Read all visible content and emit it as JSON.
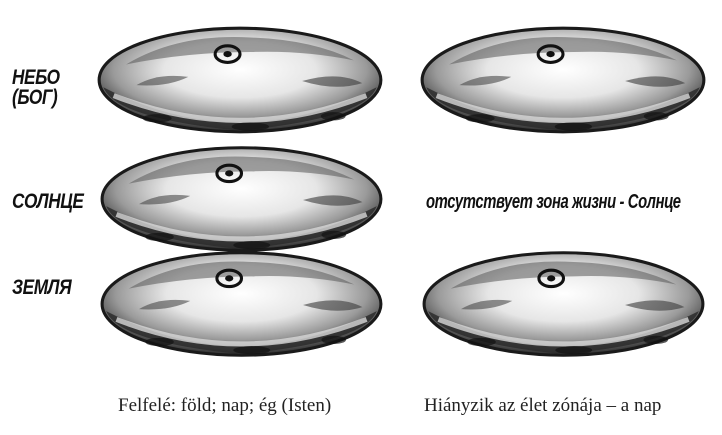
{
  "labels": {
    "sky_line1": "НЕБО",
    "sky_line2": "(БОГ)",
    "sun": "СОЛНЦЕ",
    "earth": "ЗЕМЛЯ",
    "missing_zone": "отсутствует зона жизни - Солнце"
  },
  "captions": {
    "left": "Felfelé: föld; nap; ég (Isten)",
    "right": "Hiányzik az élet zónája – a nap"
  },
  "colors": {
    "shell_dark": "#1a1a1a",
    "shell_mid": "#8a8a8a",
    "shell_light": "#f2f2f2"
  }
}
